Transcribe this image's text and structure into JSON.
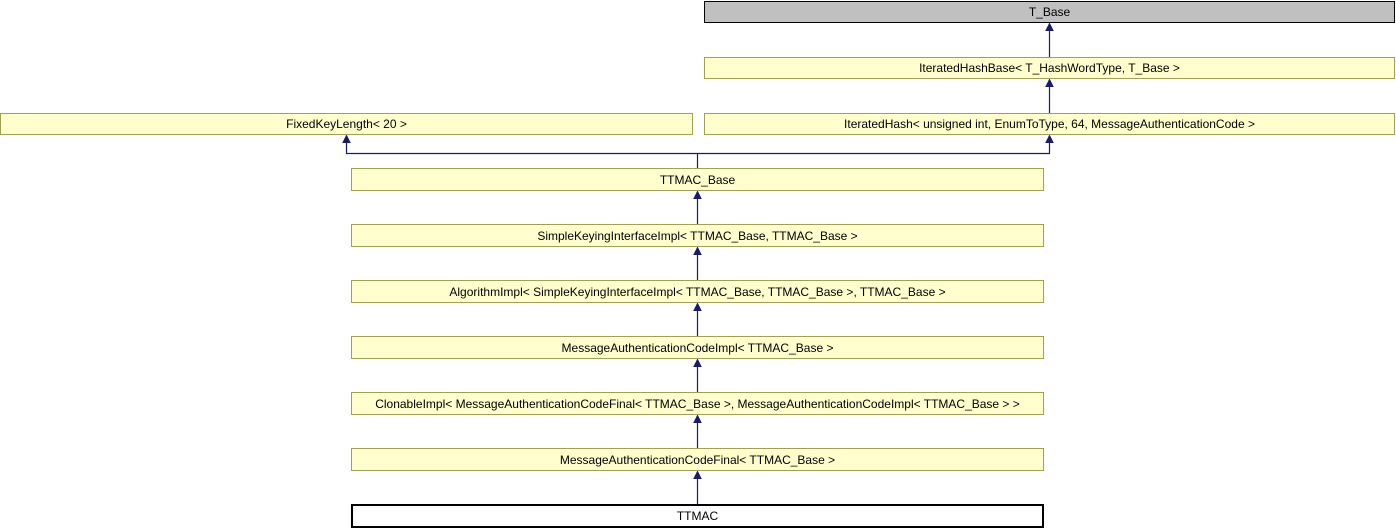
{
  "diagram": {
    "kind": "class-inheritance-graph",
    "colors": {
      "background": "#ffffff",
      "class_node_fill": "#ffffcd",
      "class_node_border": "#a0a050",
      "root_node_fill": "#c0c0c0",
      "root_node_border": "#000000",
      "current_node_fill": "#ffffff",
      "current_node_border": "#000000",
      "edge": "#191970",
      "text": "#000000"
    },
    "nodes": {
      "t_base": {
        "label": "T_Base"
      },
      "iterated_hash_base": {
        "label": "IteratedHashBase< T_HashWordType, T_Base >"
      },
      "fixed_key_length": {
        "label": "FixedKeyLength< 20 >"
      },
      "iterated_hash": {
        "label": "IteratedHash< unsigned int, EnumToType, 64, MessageAuthenticationCode >"
      },
      "ttmac_base": {
        "label": "TTMAC_Base"
      },
      "simple_keying_interface_impl": {
        "label": "SimpleKeyingInterfaceImpl< TTMAC_Base, TTMAC_Base >"
      },
      "algorithm_impl": {
        "label": "AlgorithmImpl< SimpleKeyingInterfaceImpl< TTMAC_Base, TTMAC_Base >, TTMAC_Base >"
      },
      "message_authentication_code_impl": {
        "label": "MessageAuthenticationCodeImpl< TTMAC_Base >"
      },
      "clonable_impl": {
        "label": "ClonableImpl< MessageAuthenticationCodeFinal< TTMAC_Base >, MessageAuthenticationCodeImpl< TTMAC_Base > >"
      },
      "message_authentication_code_final": {
        "label": "MessageAuthenticationCodeFinal< TTMAC_Base >"
      },
      "ttmac": {
        "label": "TTMAC"
      }
    },
    "edges": [
      {
        "from": "iterated_hash_base",
        "to": "t_base"
      },
      {
        "from": "iterated_hash",
        "to": "iterated_hash_base"
      },
      {
        "from": "ttmac_base",
        "to": "fixed_key_length"
      },
      {
        "from": "ttmac_base",
        "to": "iterated_hash"
      },
      {
        "from": "simple_keying_interface_impl",
        "to": "ttmac_base"
      },
      {
        "from": "algorithm_impl",
        "to": "simple_keying_interface_impl"
      },
      {
        "from": "message_authentication_code_impl",
        "to": "algorithm_impl"
      },
      {
        "from": "clonable_impl",
        "to": "message_authentication_code_impl"
      },
      {
        "from": "message_authentication_code_final",
        "to": "clonable_impl"
      },
      {
        "from": "ttmac",
        "to": "message_authentication_code_final"
      }
    ],
    "arrow_meaning": "arrow points from derived class to base class"
  }
}
